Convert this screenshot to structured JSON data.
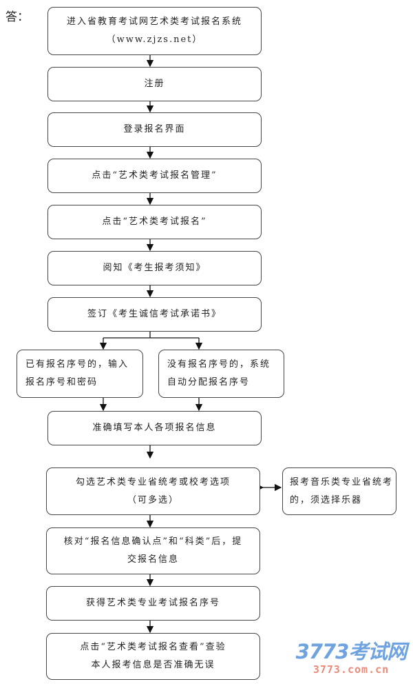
{
  "answer_label": "答：",
  "steps": [
    {
      "l1": "进入省教育考试网艺术类考试报名系统",
      "l2": "（www.zjzs.net）"
    },
    {
      "l1": "注册"
    },
    {
      "l1": "登录报名界面"
    },
    {
      "l1": "点击“艺术类考试报名管理”"
    },
    {
      "l1": "点击“艺术类考试报名”"
    },
    {
      "l1": "阅知《考生报考须知》"
    },
    {
      "l1": "签订《考生诚信考试承诺书》"
    },
    {
      "l1": "已有报名序号的，输入",
      "l2": "报名序号和密码"
    },
    {
      "l1": "没有报名序号的，系统",
      "l2": "自动分配报名序号"
    },
    {
      "l1": "准确填写本人各项报名信息"
    },
    {
      "l1": "勾选艺术类专业省统考或校考选项",
      "l2": "（可多选）"
    },
    {
      "l1": "报考音乐类专业省统考",
      "l2": "的，须选择乐器"
    },
    {
      "l1": "核对“报名信息确认点”和“科类”后，提",
      "l2": "交报名信息"
    },
    {
      "l1": "获得艺术类专业考试报名序号"
    },
    {
      "l1": "点击“艺术类考试报名查看”查验",
      "l2": "本人报考信息是否准确无误"
    }
  ],
  "watermark": {
    "logo": "3773考试网",
    "url": "3773.com.cn"
  }
}
